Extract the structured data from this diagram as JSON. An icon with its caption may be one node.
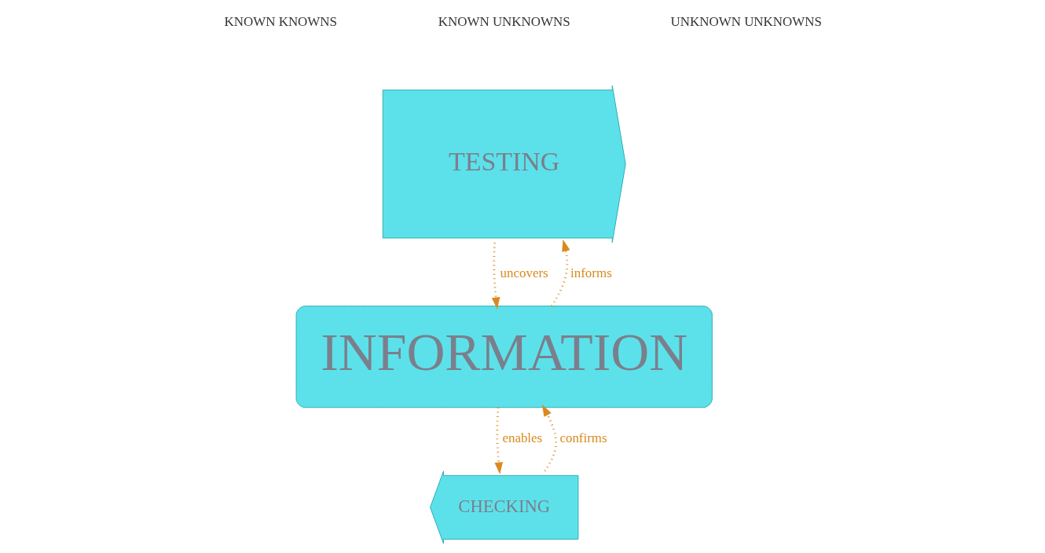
{
  "diagram": {
    "nodes": [
      {
        "text": [
          "TESTING"
        ]
      },
      {
        "text": [
          "INFORMATION"
        ]
      },
      {
        "text": [
          "CHECKING"
        ]
      }
    ],
    "edges": [
      {
        "from": 1,
        "to": 0,
        "arrow": "to",
        "label": "informs",
        "style": "dashed"
      },
      {
        "from": 0,
        "to": 1,
        "arrow": "to",
        "label": "uncovers",
        "style": "dashed"
      },
      {
        "from": 1,
        "to": 2,
        "arrow": "to",
        "label": "enables",
        "style": "dashed"
      },
      {
        "from": 2,
        "to": 1,
        "arrow": "to",
        "label": "confirms",
        "style": "dashed"
      }
    ],
    "labels": [
      "KNOWN KNOWNS",
      "KNOWN UNKNOWNS",
      "UNKNOWN UNKNOWNS"
    ]
  }
}
